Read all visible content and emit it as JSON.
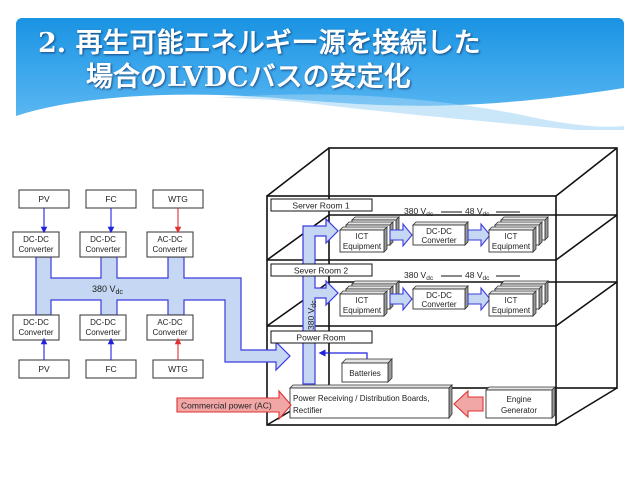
{
  "slide": {
    "title_line1": "2. 再生可能エネルギー源を接続した",
    "title_line2": "場合のLVDCバスの安定化",
    "colors": {
      "header_top": "#1a93e2",
      "header_bottom": "#63bbf2",
      "bus_fill": "#c5d7f2",
      "bus_stroke": "#3b3bdc",
      "dc_arrow": "#2222dd",
      "ac_arrow": "#e03030",
      "ac_fill": "#f2a7a7"
    }
  },
  "diagram": {
    "sources_top": [
      {
        "source": "PV",
        "converter": [
          "DC-DC",
          "Converter"
        ],
        "link": "dc"
      },
      {
        "source": "FC",
        "converter": [
          "DC-DC",
          "Converter"
        ],
        "link": "dc"
      },
      {
        "source": "WTG",
        "converter": [
          "AC-DC",
          "Converter"
        ],
        "link": "ac"
      }
    ],
    "sources_bottom": [
      {
        "source": "PV",
        "converter": [
          "DC-DC",
          "Converter"
        ],
        "link": "dc"
      },
      {
        "source": "FC",
        "converter": [
          "DC-DC",
          "Converter"
        ],
        "link": "dc"
      },
      {
        "source": "WTG",
        "converter": [
          "AC-DC",
          "Converter"
        ],
        "link": "ac"
      }
    ],
    "bus_label": "380 V",
    "bus_label_sub": "dc",
    "riser_label": "380 V",
    "riser_label_sub": "dc",
    "rooms": [
      {
        "name": "Server Room 1",
        "ict_left": [
          "ICT",
          "Equipment"
        ],
        "converter": [
          "DC-DC",
          "Converter"
        ],
        "ict_right": [
          "ICT",
          "Equipment"
        ],
        "v_in": "380 V",
        "v_in_sub": "dc",
        "v_out": "48 V",
        "v_out_sub": "dc"
      },
      {
        "name": "Sever Room 2",
        "ict_left": [
          "ICT",
          "Equipment"
        ],
        "converter": [
          "DC-DC",
          "Converter"
        ],
        "ict_right": [
          "ICT",
          "Equipment"
        ],
        "v_in": "380 V",
        "v_in_sub": "dc",
        "v_out": "48 V",
        "v_out_sub": "dc"
      }
    ],
    "power_room": {
      "name": "Power Room",
      "batteries": "Batteries",
      "distribution": [
        "Power Receiving / Distribution Boards,",
        "Rectifier"
      ],
      "engine": [
        "Engine",
        "Generator"
      ],
      "commercial_power": "Commercial power (AC)"
    }
  }
}
